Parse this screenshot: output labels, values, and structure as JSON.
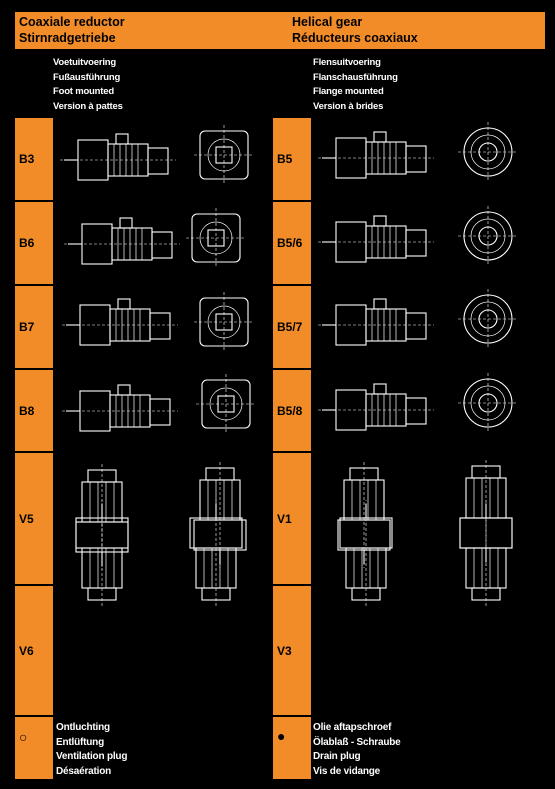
{
  "header": {
    "left_line1": "Coaxiale reductor",
    "left_line2": "Stirnradgetriebe",
    "right_line1": "Helical gear",
    "right_line2": "Réducteurs coaxiaux"
  },
  "subheader": {
    "left": [
      "Voetuitvoering",
      "Fußausführung",
      "Foot mounted",
      "Version à pattes"
    ],
    "right": [
      "Flensuitvoering",
      "Flanschausführung",
      "Flange mounted",
      "Version à brides"
    ]
  },
  "left_rows": [
    {
      "label": "B3"
    },
    {
      "label": "B6"
    },
    {
      "label": "B7"
    },
    {
      "label": "B8"
    },
    {
      "label": "V5"
    },
    {
      "label": "V6"
    }
  ],
  "right_rows": [
    {
      "label": "B5"
    },
    {
      "label": "B5/6"
    },
    {
      "label": "B5/7"
    },
    {
      "label": "B5/8"
    },
    {
      "label": "V1"
    },
    {
      "label": "V3"
    }
  ],
  "legend": {
    "left_symbol": "○",
    "left_lines": [
      "Ontluchting",
      "Entlüftung",
      "Ventilation plug",
      "Désaération"
    ],
    "right_symbol": "●",
    "right_lines": [
      "Olie aftapschroef",
      "Ölablaß - Schraube",
      "Drain plug",
      "Vis de vidange"
    ]
  },
  "colors": {
    "accent": "#f28c28",
    "background": "#000000",
    "drawing": "#ffffff"
  }
}
